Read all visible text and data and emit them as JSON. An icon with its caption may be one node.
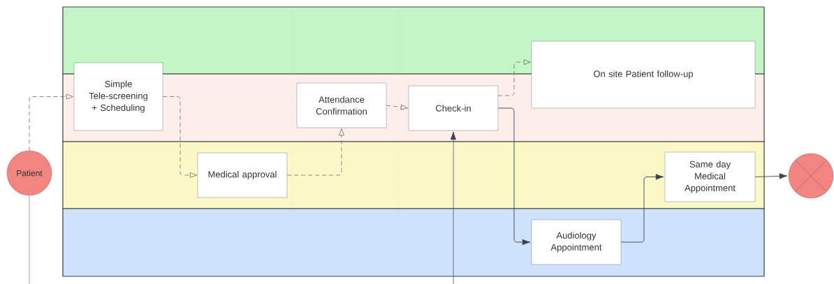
{
  "diagram": {
    "nodes": [
      {
        "text": [
          "Patient"
        ]
      },
      {
        "text": [
          "Simple Tele-screening + Scheduling"
        ]
      },
      {
        "text": [
          "Medical approval"
        ]
      },
      {
        "text": [
          "Attendance Confirmation"
        ]
      },
      {
        "text": [
          "Check-in"
        ]
      },
      {
        "text": [
          "On site Patient follow-up"
        ]
      },
      {
        "text": [
          "Same day Medical Appointment"
        ]
      },
      {
        "text": [
          "Audiology Appointment"
        ]
      },
      {
        "text": [],
        "shape": "circle"
      }
    ],
    "edges": [
      {
        "from": 0,
        "to": 1,
        "arrow": "to",
        "style": "dashed"
      },
      {
        "from": 1,
        "to": 2,
        "arrow": "to",
        "style": "dashed"
      },
      {
        "from": 2,
        "to": 3,
        "arrow": "to",
        "style": "dashed"
      },
      {
        "from": 3,
        "to": 4,
        "arrow": "to",
        "style": "dashed"
      },
      {
        "from": 4,
        "to": 5,
        "arrow": "to",
        "style": "dashed"
      },
      {
        "from": 4,
        "to": 7,
        "arrow": "to"
      },
      {
        "from": 7,
        "to": 6,
        "arrow": "to"
      },
      {
        "from": 6,
        "to": 8,
        "arrow": "to"
      },
      {
        "from": null,
        "to": 4,
        "arrow": "to"
      },
      {
        "from": 0,
        "to": null,
        "arrow": "none"
      }
    ]
  }
}
